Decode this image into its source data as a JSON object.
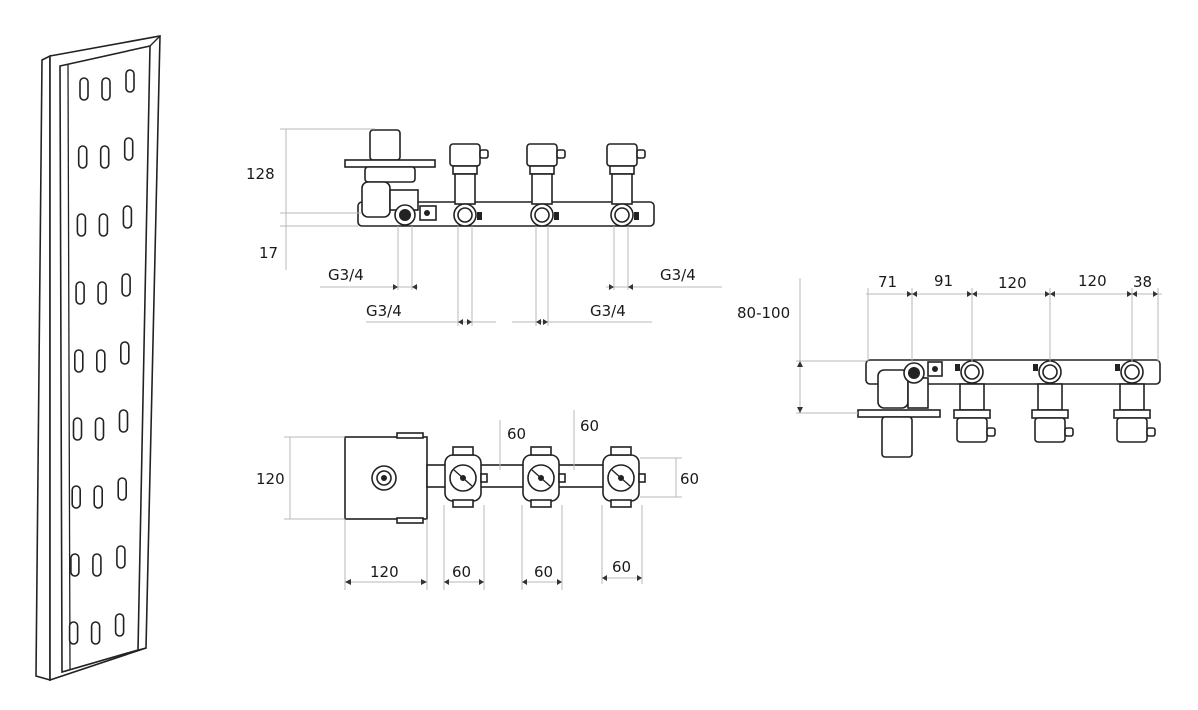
{
  "colors": {
    "ink": "#222222",
    "dimension_line": "#b8b8b8",
    "background": "#ffffff"
  },
  "front_view": {
    "height_128": "128",
    "height_17": "17",
    "thread_upper_left": "G3/4",
    "thread_lower_left": "G3/4",
    "thread_upper_right": "G3/4",
    "thread_lower_right": "G3/4"
  },
  "top_view": {
    "box_height": "120",
    "box_width": "120",
    "gap_1": "60",
    "gap_2": "60",
    "valve_height": "60",
    "valve_width_1": "60",
    "valve_width_2": "60",
    "valve_width_3": "60"
  },
  "side_view": {
    "depth": "80-100",
    "spacing_1": "71",
    "spacing_2": "91",
    "spacing_3": "120",
    "spacing_4": "120",
    "spacing_5": "38"
  }
}
